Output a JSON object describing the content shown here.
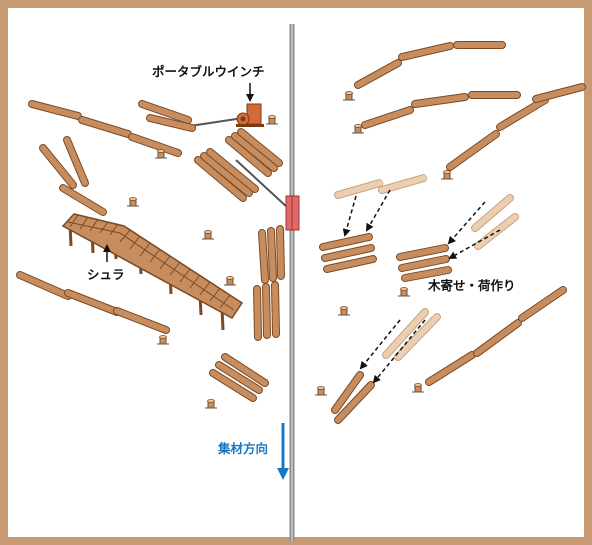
{
  "labels": {
    "portable_winch": "ポータブルウインチ",
    "shura": "シュラ",
    "yose": "木寄せ・荷作り",
    "shuzai": "集材方向"
  },
  "colors": {
    "frame": "#c89a74",
    "log_fill": "#c78d5f",
    "log_stroke": "#7a4a24",
    "log_light": "#ebcfb1",
    "road": "#8a8a8a",
    "winch": "#d46a3a",
    "block": "#e06a6a",
    "direction_arrow": "#1a78c2"
  },
  "icons": {
    "winch": "winch-icon",
    "stump": "stump-icon",
    "pulley": "pulley-block-icon"
  }
}
